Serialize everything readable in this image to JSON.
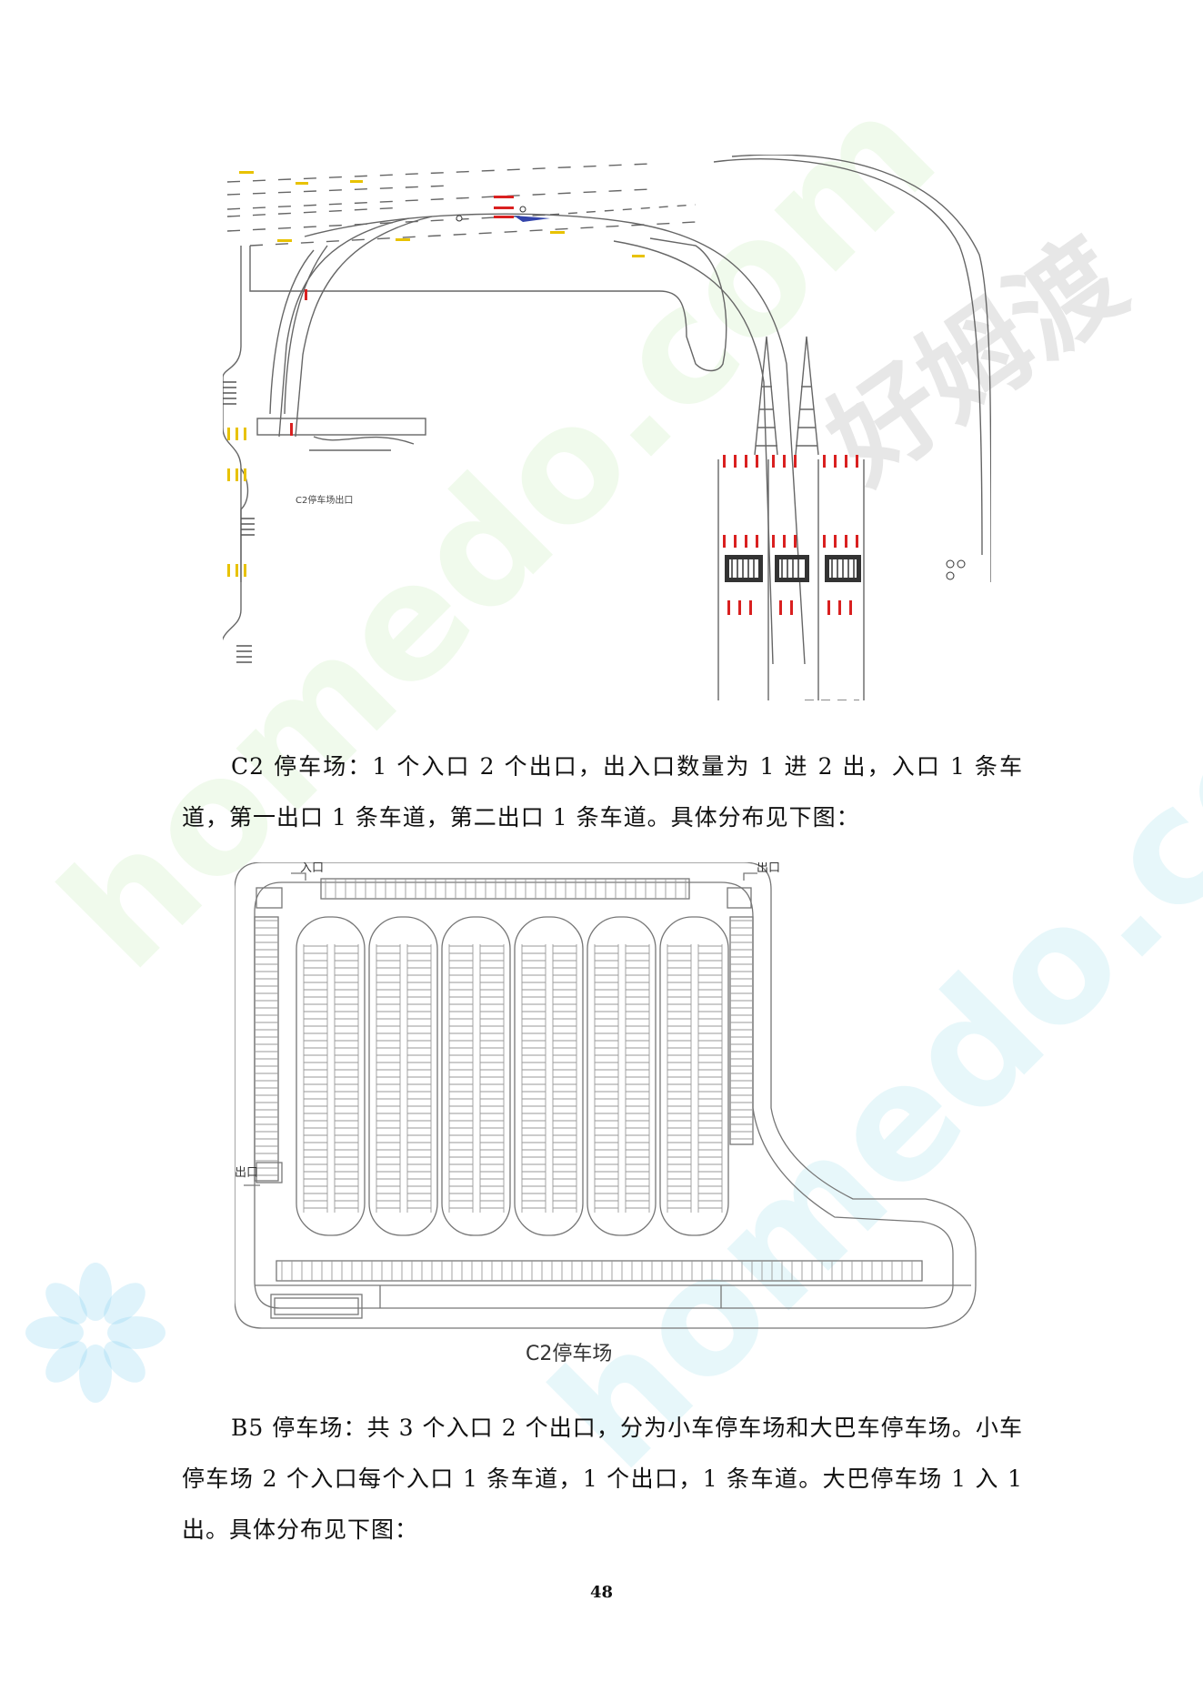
{
  "figures": {
    "road_diagram": {
      "label": "C2停车场出口"
    },
    "c2_plan": {
      "entrance_label": "入口",
      "exit_top_label": "出口",
      "exit_left_label": "出口",
      "caption": "C2停车场"
    }
  },
  "paragraphs": {
    "c2": "C2 停车场：1 个入口 2 个出口，出入口数量为 1 进 2 出，入口 1 条车道，第一出口 1 条车道，第二出口 1 条车道。具体分布见下图：",
    "b5": "B5 停车场：共 3 个入口 2 个出口，分为小车停车场和大巴车停车场。小车停车场 2 个入口每个入口 1 条车道，1 个出口，1 条车道。大巴停车场 1 入 1 出。具体分布见下图："
  },
  "page_number": "48",
  "watermarks": {
    "site_green": "homedo.com",
    "site_blue": "homedo.com",
    "brand": "好姆渡"
  },
  "colors": {
    "arrow_red": "#d92020",
    "arrow_yellow": "#e8c200",
    "line": "#555555",
    "blue_marker": "#3344aa"
  }
}
